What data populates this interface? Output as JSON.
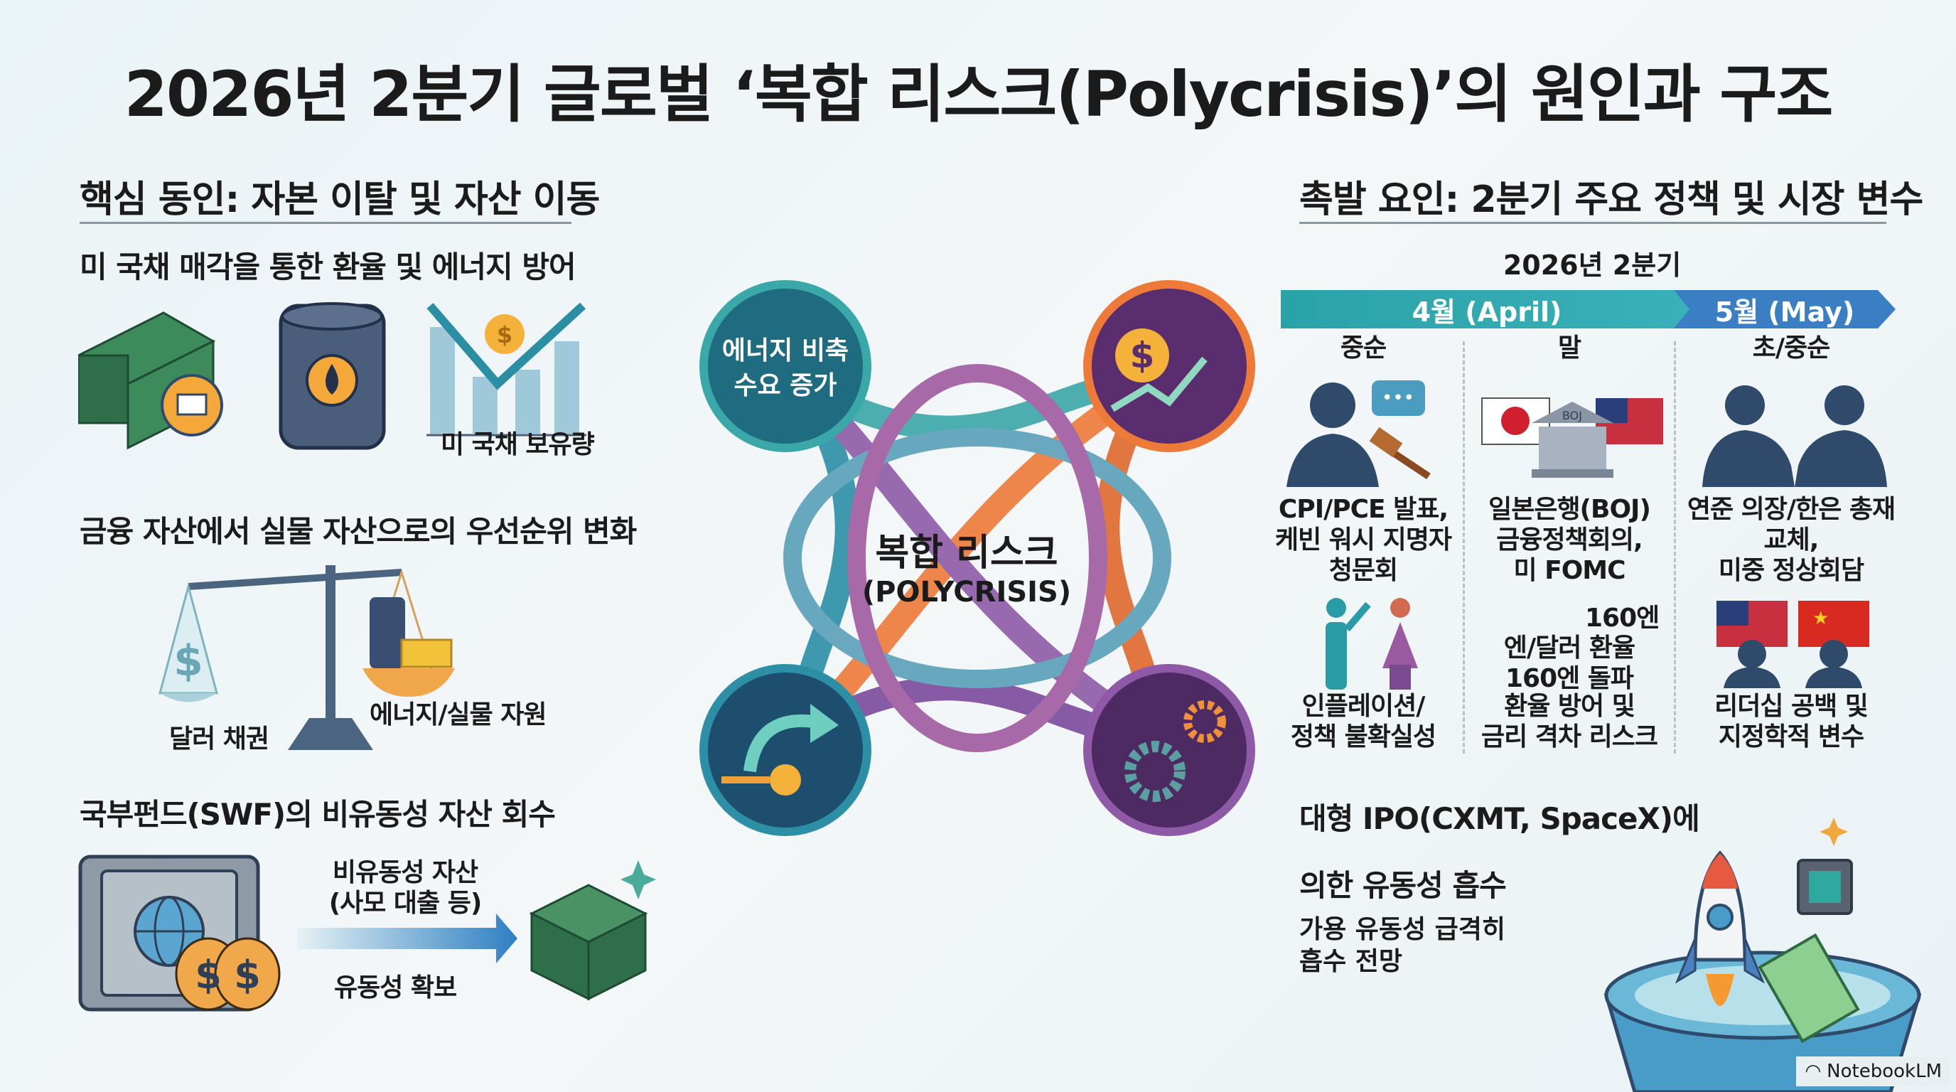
{
  "title": "2026년 2분기 글로벌 ‘복합 리스크(Polycrisis)’의 원인과 구조",
  "left": {
    "heading": "핵심 동인: 자본 이탈 및 자산 이동",
    "s1": {
      "title": "미 국채 매각을 통한 환율 및 에너지 방어",
      "chart_label": "미 국채 보유량"
    },
    "s2": {
      "title": "금융 자산에서 실물 자산으로의 우선순위 변화",
      "left_label": "달러 채권",
      "right_label": "에너지/실물 자원"
    },
    "s3": {
      "title": "국부펀드(SWF)의 비유동성 자산 회수",
      "arrow_top": "비유동성 자산",
      "arrow_top2": "(사모 대출 등)",
      "arrow_bottom": "유동성 확보"
    }
  },
  "center": {
    "title": "복합 리스크",
    "subtitle": "(POLYCRISIS)",
    "node_tl": "에너지 비축",
    "node_tl2": "수요 증가"
  },
  "right": {
    "heading": "촉발 요인: 2분기 주요 정책 및 시장 변수",
    "period": "2026년 2분기",
    "months": [
      "4월 (April)",
      "5월 (May)"
    ],
    "columns": [
      {
        "when": "중순",
        "event": [
          "CPI/PCE 발표,",
          "케빈 워시 지명자",
          "청문회"
        ],
        "impact": [
          "인플레이션/",
          "정책 불확실성"
        ]
      },
      {
        "when": "말",
        "icon_text": "BOJ",
        "event": [
          "일본은행(BOJ)",
          "금융정책회의,",
          "미 FOMC"
        ],
        "note": "160엔",
        "fx": [
          "엔/달러 환율",
          "160엔 돌파"
        ],
        "impact": [
          "환율 방어 및",
          "금리 격차 리스크"
        ]
      },
      {
        "when": "초/중순",
        "event": [
          "연준 의장/한은 총재 교체,",
          "미중 정상회담"
        ],
        "impact": [
          "리더십 공백 및",
          "지정학적 변수"
        ]
      }
    ],
    "ipo": {
      "title1": "대형 IPO(CXMT, SpaceX)에",
      "title2": "의한 유동성 흡수",
      "desc1": "가용 유동성 급격히",
      "desc2": "흡수 전망"
    }
  },
  "watermark": "NotebookLM",
  "colors": {
    "teal": "#2aa3a8",
    "blue": "#3a7fc4",
    "navy": "#2f4a6b",
    "orange": "#f0822f",
    "purple": "#6a3f8a"
  }
}
